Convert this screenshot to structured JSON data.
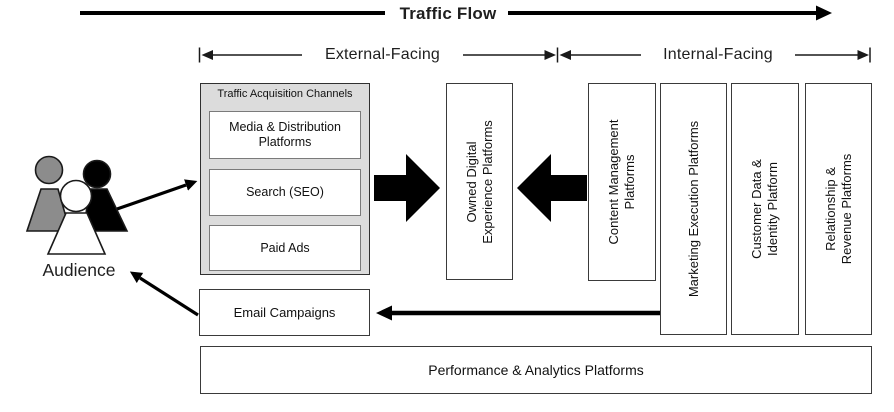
{
  "flow_header": {
    "label": "Traffic Flow"
  },
  "zones": {
    "external": {
      "label": "External-Facing"
    },
    "internal": {
      "label": "Internal-Facing"
    }
  },
  "audience": {
    "label": "Audience"
  },
  "acquisition": {
    "title": "Traffic Acquisition Channels",
    "channels": [
      {
        "label": "Media & Distribution\nPlatforms"
      },
      {
        "label": "Search (SEO)"
      },
      {
        "label": "Paid Ads"
      }
    ]
  },
  "owned": {
    "label": "Owned Digital\nExperience Platforms"
  },
  "internal_columns": [
    {
      "label": "Content Management\nPlatforms"
    },
    {
      "label": "Marketing Execution Platforms"
    },
    {
      "label": "Customer Data &\nIdentity Platform"
    },
    {
      "label": "Relationship &\nRevenue Platforms"
    }
  ],
  "email": {
    "label": "Email Campaigns"
  },
  "analytics": {
    "label": "Performance & Analytics Platforms"
  },
  "colors": {
    "arrow": "#000000",
    "box_border": "#3a3a3a",
    "panel_fill": "#dcdcdc",
    "person_gray": "#8c8c8c",
    "person_black": "#000000",
    "person_white": "#ffffff"
  }
}
